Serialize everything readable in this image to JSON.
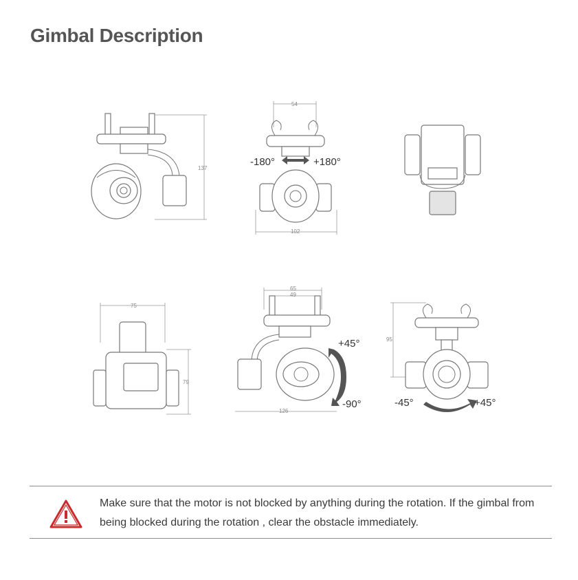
{
  "title": "Gimbal Description",
  "dimensions": {
    "side_height": "137",
    "front_top_width": "54",
    "front_bottom_width": "102",
    "bottom_width": "75",
    "bottom_height": "79",
    "pitch_top_outer": "65",
    "pitch_top_inner": "49",
    "pitch_bottom_width": "126",
    "roll_height": "95"
  },
  "angles": {
    "yaw_left": "-180°",
    "yaw_right": "+180°",
    "pitch_up": "+45°",
    "pitch_down": "-90°",
    "roll_left": "-45°",
    "roll_right": "+45°"
  },
  "note": {
    "text": "Make sure that the motor is not blocked by anything during the rotation. If the gimbal from being blocked during the rotation , clear the obstacle immediately."
  },
  "colors": {
    "warning": "#cc2b2b",
    "arrow": "#555555",
    "title": "#555555"
  },
  "icons": {
    "warning": "warning-triangle-icon"
  }
}
